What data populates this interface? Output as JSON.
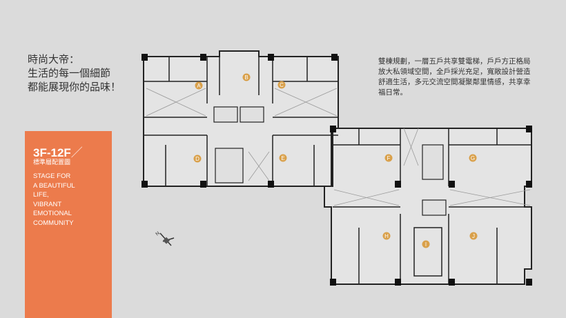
{
  "slogan": [
    "時尚大帝：",
    "生活的每一個細節",
    "都能展現你的品味！"
  ],
  "description": "雙棟規劃，一層五戶共享雙電梯，戶戶方正格局放大私領域空間，全戶採光充足，寬敞設計營造舒適生活，多元交流空間凝聚鄰里情感，共享幸福日常。",
  "panel": {
    "floors": "3F-12F",
    "slash": "／",
    "subtitle": "標準層配置圖",
    "tagline": [
      "STAGE FOR",
      "A BEAUTIFUL",
      "LIFE,",
      "VIBRANT",
      "EMOTIONAL",
      "COMMUNITY"
    ]
  },
  "compass_label": "N",
  "units": [
    "A",
    "B",
    "C",
    "D",
    "E",
    "F",
    "G",
    "H",
    "I",
    "J"
  ],
  "colors": {
    "accent": "#ec7b4c",
    "unit_marker": "#d9a04a",
    "background": "#dbdbdb"
  }
}
